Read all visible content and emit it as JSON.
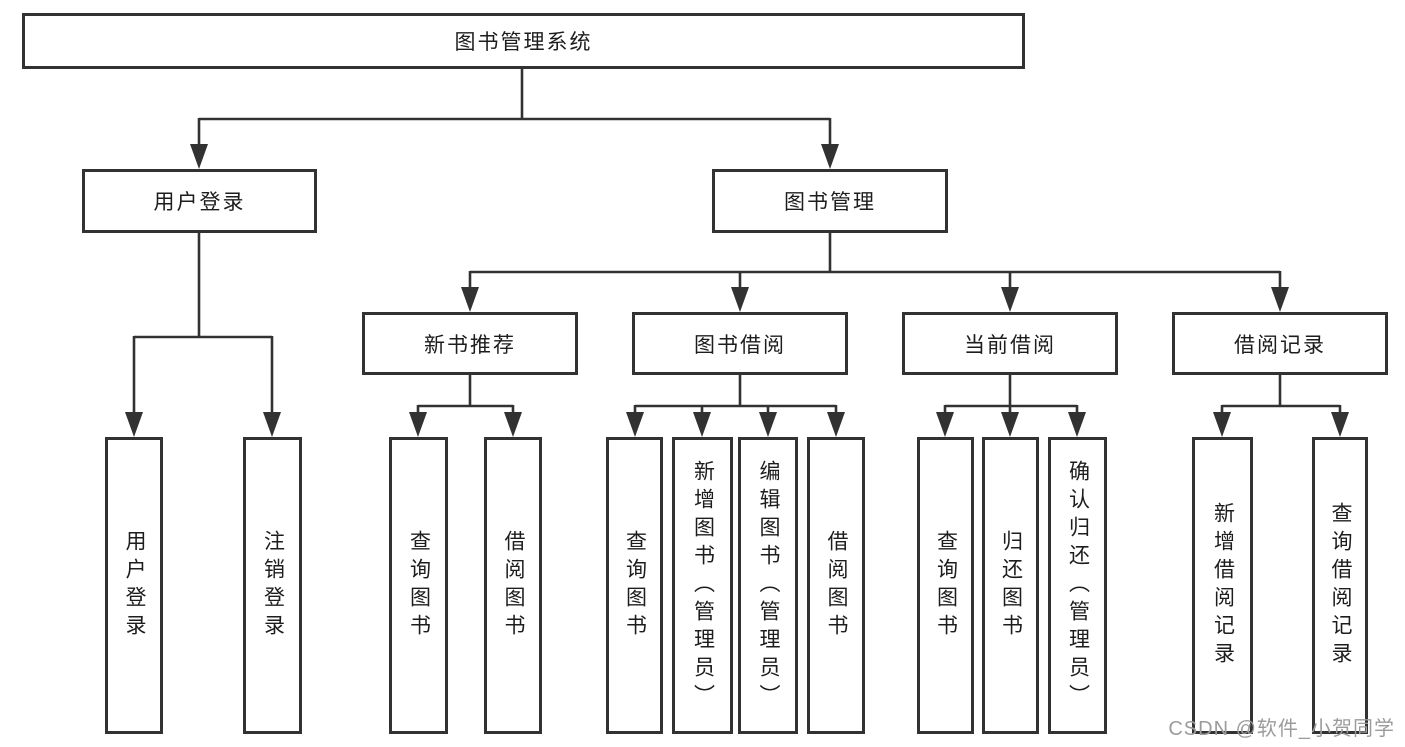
{
  "tree": {
    "root": {
      "label": "图书管理系统"
    },
    "children": [
      {
        "label": "用户登录",
        "children": [
          {
            "label": "用户登录"
          },
          {
            "label": "注销登录"
          }
        ]
      },
      {
        "label": "图书管理",
        "children": [
          {
            "label": "新书推荐",
            "children": [
              {
                "label": "查询图书"
              },
              {
                "label": "借阅图书"
              }
            ]
          },
          {
            "label": "图书借阅",
            "children": [
              {
                "label": "查询图书"
              },
              {
                "label": "新增图书（管理员）"
              },
              {
                "label": "编辑图书（管理员）"
              },
              {
                "label": "借阅图书"
              }
            ]
          },
          {
            "label": "当前借阅",
            "children": [
              {
                "label": "查询图书"
              },
              {
                "label": "归还图书"
              },
              {
                "label": "确认归还（管理员）"
              }
            ]
          },
          {
            "label": "借阅记录",
            "children": [
              {
                "label": "新增借阅记录"
              },
              {
                "label": "查询借阅记录"
              }
            ]
          }
        ]
      }
    ]
  },
  "watermark": {
    "text": "CSDN @软件_小贺同学"
  },
  "colors": {
    "line": "#323232",
    "box_border": "#323232",
    "text": "#1d1d1d",
    "watermark": "#9c9c9c",
    "background": "#ffffff"
  }
}
